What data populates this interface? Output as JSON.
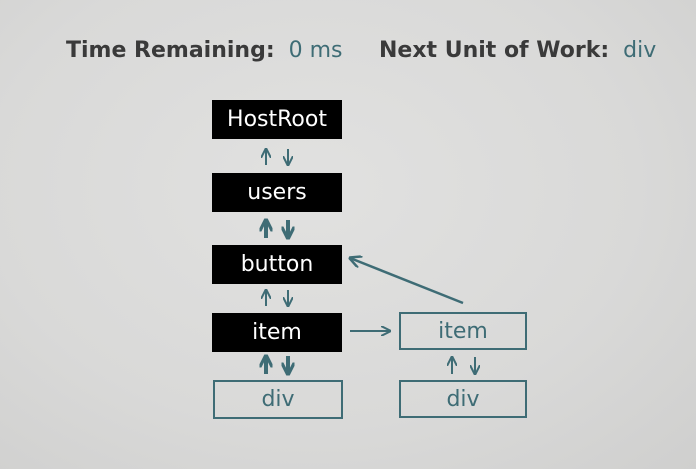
{
  "header": {
    "time_remaining_label": "Time Remaining:",
    "time_remaining_value": "0 ms",
    "next_unit_label": "Next Unit of Work:",
    "next_unit_value": "div"
  },
  "tree": {
    "nodes": {
      "hostroot": "HostRoot",
      "users": "users",
      "button": "button",
      "item_main": "item",
      "div_main": "div",
      "item_alt": "item",
      "div_alt": "div"
    }
  },
  "colors": {
    "background": "#dcdcdc",
    "accent": "#3e6c75",
    "label_text": "#3a3a3a",
    "filled_node": "#000000"
  }
}
